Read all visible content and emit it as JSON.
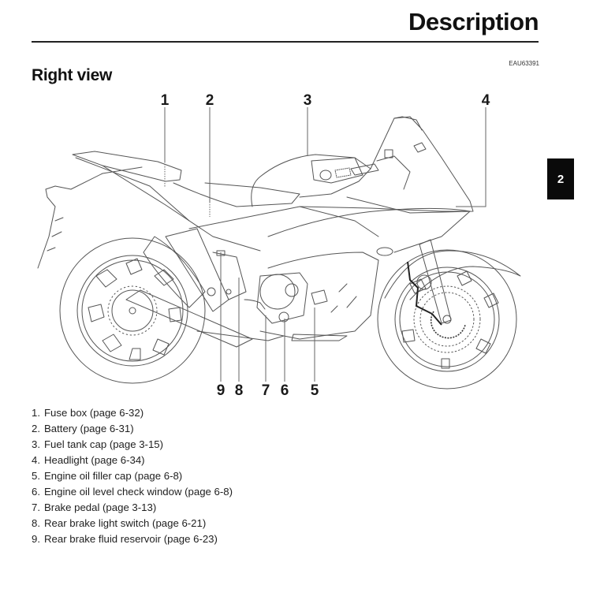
{
  "header": {
    "title": "Description"
  },
  "doc_code": "EAU63391",
  "section": {
    "title": "Right view"
  },
  "chapter_tab": {
    "label": "2"
  },
  "figure": {
    "subject": "motorcycle-right-side-view",
    "callouts_top": [
      "1",
      "2",
      "3",
      "4"
    ],
    "callouts_bottom": [
      "9",
      "8",
      "7",
      "6",
      "5"
    ]
  },
  "legend": [
    {
      "num": "1.",
      "text": "Fuse box (page 6-32)"
    },
    {
      "num": "2.",
      "text": "Battery (page 6-31)"
    },
    {
      "num": "3.",
      "text": "Fuel tank cap (page 3-15)"
    },
    {
      "num": "4.",
      "text": "Headlight (page 6-34)"
    },
    {
      "num": "5.",
      "text": "Engine oil filler cap (page 6-8)"
    },
    {
      "num": "6.",
      "text": "Engine oil level check window (page 6-8)"
    },
    {
      "num": "7.",
      "text": "Brake pedal (page 3-13)"
    },
    {
      "num": "8.",
      "text": "Rear brake light switch (page 6-21)"
    },
    {
      "num": "9.",
      "text": "Rear brake fluid reservoir (page 6-23)"
    }
  ]
}
